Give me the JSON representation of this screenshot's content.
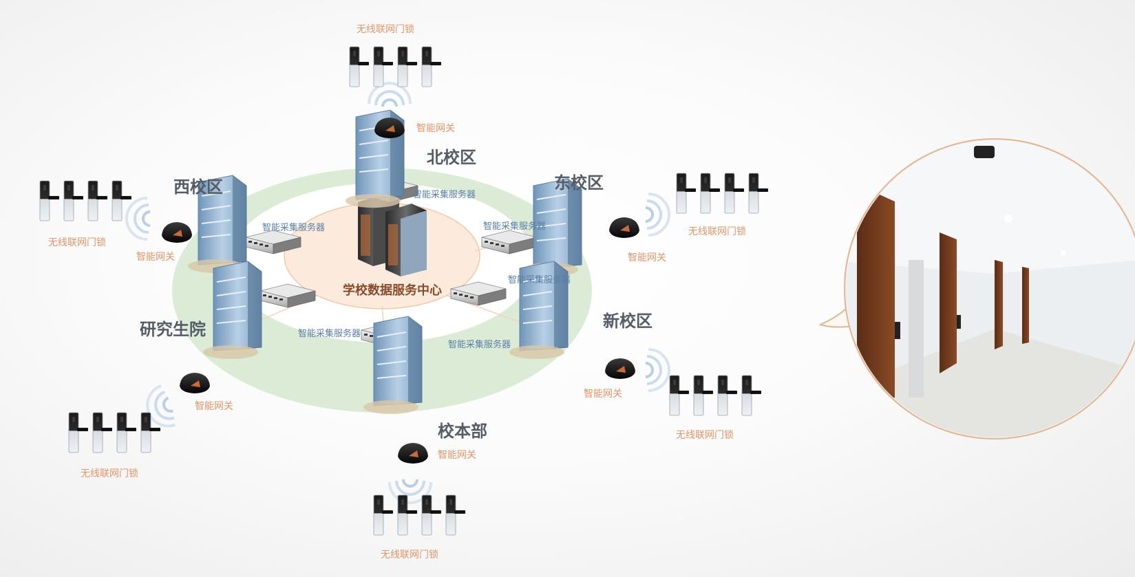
{
  "center_label": "学校数据服务中心",
  "lock_label": "无线联网门锁",
  "gateway_label": "智能网关",
  "server_label": "智能采集服务器",
  "campuses": {
    "north": "北校区",
    "east": "东校区",
    "west": "西校区",
    "new": "新校区",
    "graduate": "研究生院",
    "main": "校本部"
  },
  "colors": {
    "outer_ring": "#dcebd6",
    "inner_ellipse": "#fcebdc",
    "label_orange": "#e0956a",
    "label_blue": "#5a7fa6",
    "campus_text": "#555c66"
  },
  "icons": [
    "door-lock-icon",
    "smart-gateway-icon",
    "wifi-signal-icon",
    "server-rack-icon",
    "tower-server-icon",
    "campus-building-icon",
    "ceiling-gateway-icon"
  ]
}
